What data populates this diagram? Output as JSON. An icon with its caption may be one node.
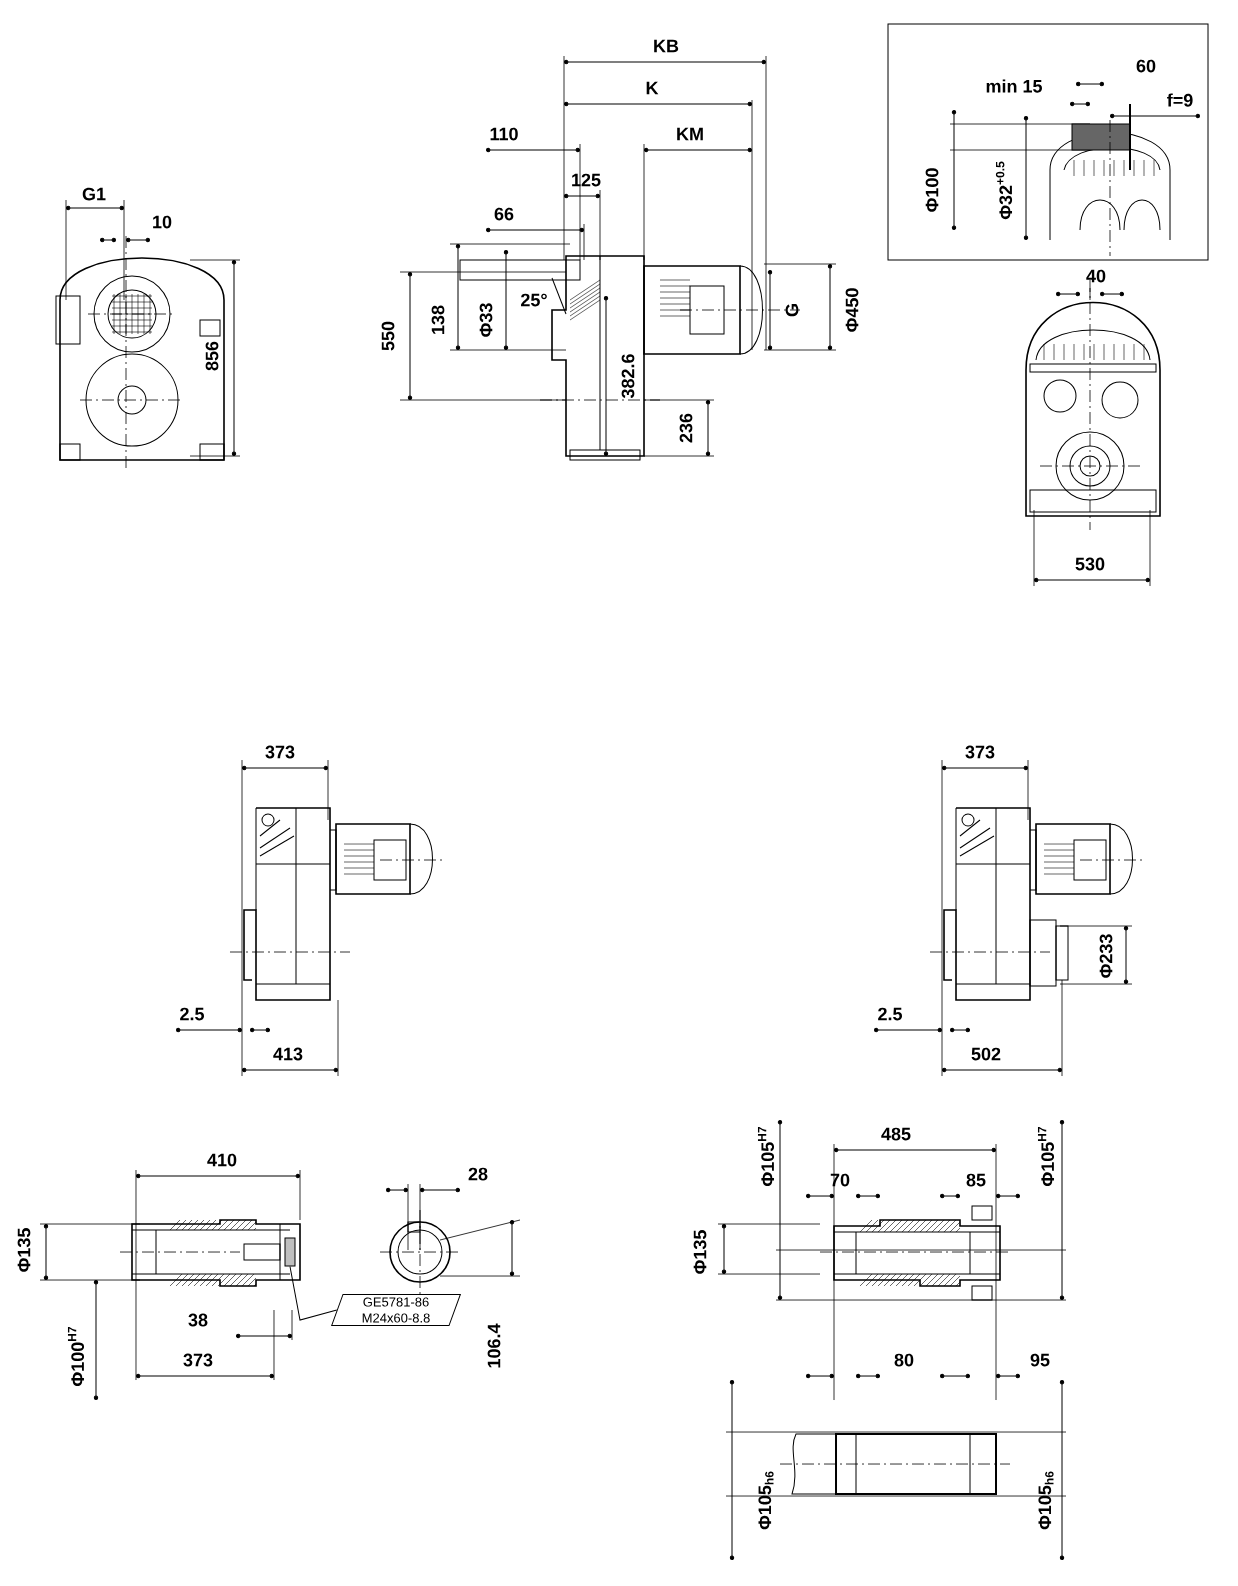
{
  "diagram": {
    "nodes": [
      {
        "text": [
          "GE5781-86 M24x60-8.8"
        ]
      },
      {
        "text": [],
        "shape": "box"
      }
    ],
    "edges": [
      {
        "from": 0,
        "to": 1,
        "arrow": "none"
      }
    ],
    "labels": [
      "G1",
      "10",
      "856",
      "KB",
      "K",
      "110",
      "KM",
      "125",
      "66",
      "25°",
      "138",
      "Φ33",
      "550",
      "382.6",
      "G",
      "Φ450",
      "236",
      "60",
      "min 15",
      "f=9",
      "Φ100",
      "Φ32$^{+0.5}$",
      "40",
      "530",
      "373",
      "373",
      "Φ233",
      "2.5",
      "413",
      "2.5",
      "502",
      "410",
      "28",
      "Φ135",
      "485",
      "Φ105$^{H7}$",
      "70",
      "85",
      "Φ105$^{H7}$",
      "Φ135",
      "38",
      "Φ100$^{H7}$",
      "106.4",
      "373",
      "80",
      "95",
      "Φ105$_{h6}$",
      "Φ105$_{h6}$"
    ]
  }
}
